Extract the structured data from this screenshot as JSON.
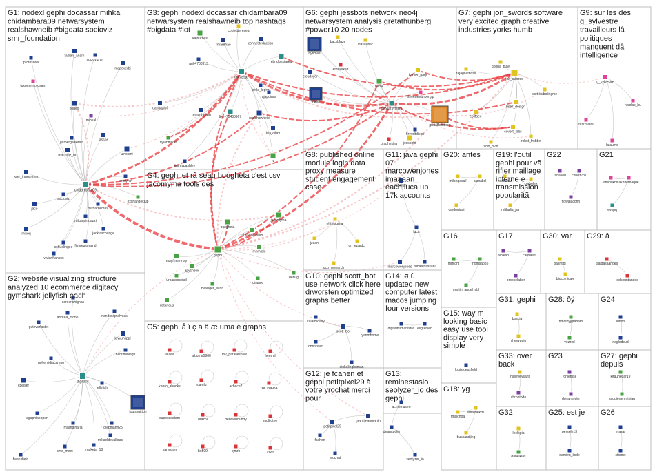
{
  "groups": [
    {
      "id": "G1",
      "title": [
        "G1: nodexl gephi docassar mihkal",
        "chidambara09 netwarsystem",
        "realshawneib #bigdata socioviz",
        "smr_foundation"
      ]
    },
    {
      "id": "G2",
      "title": [
        "G2: website visualizing structure",
        "analyzed 10 ecommerce digitacy",
        "gymshark jellyfish each"
      ]
    },
    {
      "id": "G3",
      "title": [
        "G3: gephi nodexl docassar chidambara09",
        "netwarsystem realshawneib top hashtags",
        "#bigdata #iot"
      ]
    },
    {
      "id": "G4",
      "title": [
        "G4: gephi et rã seau boogheta c'est csv",
        "jacomyma tools des"
      ]
    },
    {
      "id": "G5",
      "title": [
        "G5: gephi å ï ç ã ä æ uma é graphs"
      ]
    },
    {
      "id": "G6",
      "title": [
        "G6: gephi jessbots network neo4j",
        "netwarsystem analysis gretathunberg",
        "#power10 20 nodes"
      ]
    },
    {
      "id": "G7",
      "title": [
        "G7: gephi jon_swords software",
        "very excited graph creative",
        "industries yorks humb"
      ]
    },
    {
      "id": "G8",
      "title": [
        "G8: published online",
        "module login data",
        "proxy measure",
        "student engagement",
        "case"
      ]
    },
    {
      "id": "G9",
      "title": [
        "G9: sur les des",
        "g_sylvestre",
        "travailleurs lâ",
        "politiques",
        "manquent dâ",
        "intelligence"
      ]
    },
    {
      "id": "G10",
      "title": [
        "G10: gephi scott_bot",
        "use network click here",
        "drworsten optimized",
        "graphs better"
      ]
    },
    {
      "id": "G11",
      "title": [
        "G11: java gephi",
        "07",
        "marcowenjones",
        "imaaaan_",
        "each luca up",
        "17k accounts"
      ]
    },
    {
      "id": "G12",
      "title": [
        "G12: je fcahen et",
        "gephi petitpixel29 à",
        "votre yrochat merci",
        "pour"
      ]
    },
    {
      "id": "G13",
      "title": [
        "G13:",
        "reminestasio",
        "seolyzer_io des",
        "gephi"
      ]
    },
    {
      "id": "G14",
      "title": [
        "G14: ø ù",
        "updated new",
        "computer latest",
        "macos jumping",
        "four versions"
      ]
    },
    {
      "id": "G15",
      "title": [
        "G15: way m",
        "looking basic",
        "easy use tool",
        "display very",
        "simple"
      ]
    },
    {
      "id": "G16",
      "title": [
        "G16"
      ]
    },
    {
      "id": "G17",
      "title": [
        "G17"
      ]
    },
    {
      "id": "G18",
      "title": [
        "G18: yg"
      ]
    },
    {
      "id": "G19",
      "title": [
        "G19: l'outil",
        "gephi pour vã",
        "rifier maillage",
        "interne e",
        "transmission",
        "popularitã"
      ]
    },
    {
      "id": "G20",
      "title": [
        "G20: antes"
      ]
    },
    {
      "id": "G21",
      "title": [
        "G21"
      ]
    },
    {
      "id": "G22",
      "title": [
        "G22"
      ]
    },
    {
      "id": "G23",
      "title": [
        "G23"
      ]
    },
    {
      "id": "G24",
      "title": [
        "G24"
      ]
    },
    {
      "id": "G25",
      "title": [
        "G25: est je"
      ]
    },
    {
      "id": "G26",
      "title": [
        "G26"
      ]
    },
    {
      "id": "G27",
      "title": [
        "G27: gephi",
        "depuis"
      ]
    },
    {
      "id": "G28",
      "title": [
        "G28: ðÿ"
      ]
    },
    {
      "id": "G29",
      "title": [
        "G29: â"
      ]
    },
    {
      "id": "G30",
      "title": [
        "G30: var"
      ]
    },
    {
      "id": "G31",
      "title": [
        "G31: gephi"
      ]
    },
    {
      "id": "G32",
      "title": [
        "G32"
      ]
    },
    {
      "id": "G33",
      "title": [
        "G33: over",
        "back"
      ]
    }
  ],
  "nodes": [
    {
      "id": "profesorel",
      "g": "G1"
    },
    {
      "id": "fadlan_anam",
      "g": "G1"
    },
    {
      "id": "sociovizner",
      "g": "G1"
    },
    {
      "id": "mapoverbi",
      "g": "G1"
    },
    {
      "id": "tuxomentorosam",
      "g": "G1"
    },
    {
      "id": "nodexl",
      "g": "G1"
    },
    {
      "id": "mihkal",
      "g": "G1"
    },
    {
      "id": "gamergeekweb",
      "g": "G1"
    },
    {
      "id": "machine_nn",
      "g": "G1"
    },
    {
      "id": "lasspe",
      "g": "G1"
    },
    {
      "id": "uinosmi",
      "g": "G1"
    },
    {
      "id": "janelyntrl",
      "g": "G1"
    },
    {
      "id": "smr_foundation",
      "g": "G1"
    },
    {
      "id": "chidambara09",
      "g": "G1"
    },
    {
      "id": "socioviz",
      "g": "G1"
    },
    {
      "id": "jaco",
      "g": "G1"
    },
    {
      "id": "bernardemus",
      "g": "G1"
    },
    {
      "id": "mikaquindazzi",
      "g": "G1"
    },
    {
      "id": "mikeq",
      "g": "G1"
    },
    {
      "id": "jacklaschange",
      "g": "G1"
    },
    {
      "id": "filmregionaind",
      "g": "G1"
    },
    {
      "id": "vivianfrancos",
      "g": "G1"
    },
    {
      "id": "schuelingee",
      "g": "G1"
    },
    {
      "id": "exchangeclub",
      "g": "G1"
    },
    {
      "id": "kajnurnes",
      "g": "G3"
    },
    {
      "id": "rmarehao",
      "g": "G3"
    },
    {
      "id": "coolytberesea",
      "g": "G3"
    },
    {
      "id": "connectedaction",
      "g": "G3"
    },
    {
      "id": "agh4780313",
      "g": "G3"
    },
    {
      "id": "docassar",
      "g": "G3"
    },
    {
      "id": "ebridgestarea",
      "g": "G3"
    },
    {
      "id": "bella_lopez",
      "g": "G3"
    },
    {
      "id": "ajapoinar",
      "g": "G3"
    },
    {
      "id": "danitaalof",
      "g": "G3"
    },
    {
      "id": "bandobrown",
      "g": "G3"
    },
    {
      "id": "likey75463967",
      "g": "G3"
    },
    {
      "id": "realshawneib",
      "g": "G3"
    },
    {
      "id": "loogather",
      "g": "G3"
    },
    {
      "id": "dylanftuker",
      "g": "G3"
    },
    {
      "id": "jimmypashley",
      "g": "G3"
    },
    {
      "id": "rz",
      "g": "G3"
    },
    {
      "id": "nytimes",
      "g": "G6"
    },
    {
      "id": "backblaze",
      "g": "G6"
    },
    {
      "id": "vlasaunlic",
      "g": "G6"
    },
    {
      "id": "ethaleiked",
      "g": "G6"
    },
    {
      "id": "cloudsyer",
      "g": "G6"
    },
    {
      "id": "uber",
      "g": "G6"
    },
    {
      "id": "neo4j",
      "g": "G6"
    },
    {
      "id": "netwarsystem",
      "g": "G6"
    },
    {
      "id": "gretathunberg",
      "g": "G6"
    },
    {
      "id": "threedeeanberglp",
      "g": "G6"
    },
    {
      "id": "brendtdixon",
      "g": "G6"
    },
    {
      "id": "graphextra",
      "g": "G6"
    },
    {
      "id": "jessbots",
      "g": "G6"
    },
    {
      "id": "kamer_gary",
      "g": "G6"
    },
    {
      "id": "rajagoathoss",
      "g": "G7"
    },
    {
      "id": "jon_swords",
      "g": "G7"
    },
    {
      "id": "donna_tsae",
      "g": "G7"
    },
    {
      "id": "bsell_design",
      "g": "G7"
    },
    {
      "id": "colitaee",
      "g": "G7"
    },
    {
      "id": "vorticalbolingme",
      "g": "G7"
    },
    {
      "id": "covert_labs",
      "g": "G7"
    },
    {
      "id": "robot_frobbe",
      "g": "G7"
    },
    {
      "id": "scirt_ovid",
      "g": "G7"
    },
    {
      "id": "g_sylvestre",
      "g": "G9"
    },
    {
      "id": "nicolas_hu",
      "g": "G9"
    },
    {
      "id": "fabizalate",
      "g": "G9"
    },
    {
      "id": "lalaumo",
      "g": "G9"
    },
    {
      "id": "boogheta",
      "g": "G4"
    },
    {
      "id": "jacomyma",
      "g": "G4"
    },
    {
      "id": "gephi",
      "g": "G4"
    },
    {
      "id": "christmassher",
      "g": "G4"
    },
    {
      "id": "mnmiolo",
      "g": "G4"
    },
    {
      "id": "mayfrmarinay",
      "g": "G4"
    },
    {
      "id": "apychelix",
      "g": "G4"
    },
    {
      "id": "urbancocktail",
      "g": "G4"
    },
    {
      "id": "bvalliger_econ",
      "g": "G4"
    },
    {
      "id": "debug",
      "g": "G4"
    },
    {
      "id": "datanaus",
      "g": "G4"
    },
    {
      "id": "ciraaoc",
      "g": "G4"
    },
    {
      "id": "screenshighas",
      "g": "G2"
    },
    {
      "id": "andrea_mono",
      "g": "G2"
    },
    {
      "id": "guteverlastet",
      "g": "G2"
    },
    {
      "id": "nandesignalveas",
      "g": "G2"
    },
    {
      "id": "lavyunlippi",
      "g": "G2"
    },
    {
      "id": "nohemidiacampo",
      "g": "G2"
    },
    {
      "id": "henriminiagh",
      "g": "G2"
    },
    {
      "id": "digitacy",
      "g": "G2"
    },
    {
      "id": "jellyfish",
      "g": "G2"
    },
    {
      "id": "cbeiser",
      "g": "G2"
    },
    {
      "id": "louisvuitton",
      "g": "G2"
    },
    {
      "id": "agaphipoppen",
      "g": "G2"
    },
    {
      "id": "milanbiharia",
      "g": "G2"
    },
    {
      "id": "f_diepmann25",
      "g": "G2"
    },
    {
      "id": "fleansfield",
      "g": "G2"
    },
    {
      "id": "cmo_meet",
      "g": "G2"
    },
    {
      "id": "marketa_18",
      "g": "G2"
    },
    {
      "id": "mikaeldevalbras",
      "g": "G2"
    },
    {
      "id": "lalaea",
      "g": "G5"
    },
    {
      "id": "albuma5960",
      "g": "G5"
    },
    {
      "id": "mv_paralleshive",
      "g": "G5"
    },
    {
      "id": "hemrul",
      "g": "G5"
    },
    {
      "id": "kenro_abooks",
      "g": "G5"
    },
    {
      "id": "rcamlu",
      "g": "G5"
    },
    {
      "id": "achace7",
      "g": "G5"
    },
    {
      "id": "rya_ryauka",
      "g": "G5"
    },
    {
      "id": "suppossetam",
      "g": "G5"
    },
    {
      "id": "brazol",
      "g": "G5"
    },
    {
      "id": "dendleuhubdy",
      "g": "G5"
    },
    {
      "id": "multiotee",
      "g": "G5"
    },
    {
      "id": "karypson",
      "g": "G5"
    },
    {
      "id": "bo599",
      "g": "G5"
    },
    {
      "id": "ejmrh",
      "g": "G5"
    },
    {
      "id": "coof",
      "g": "G5"
    },
    {
      "id": "ehtejournal",
      "g": "G8"
    },
    {
      "id": "jzuan",
      "g": "G8"
    },
    {
      "id": "dr_lezardcr",
      "g": "G8"
    },
    {
      "id": "ucp_research",
      "g": "G8"
    },
    {
      "id": "imaaaan_",
      "g": "G11"
    },
    {
      "id": "luca",
      "g": "G11"
    },
    {
      "id": "marcowenjones",
      "g": "G11"
    },
    {
      "id": "rubaalhassani",
      "g": "G11"
    },
    {
      "id": "kalarmoaxy",
      "g": "G10"
    },
    {
      "id": "scott_bot",
      "g": "G10"
    },
    {
      "id": "ryanmhome",
      "g": "G10"
    },
    {
      "id": "drworsten",
      "g": "G10"
    },
    {
      "id": "dinkalinghuman",
      "g": "G10"
    },
    {
      "id": "digitalhumanistas",
      "g": "G14"
    },
    {
      "id": "ellgrebien",
      "g": "G14"
    },
    {
      "id": "louisroessfield",
      "g": "G15"
    },
    {
      "id": "petitpixel29",
      "g": "G12"
    },
    {
      "id": "grandjeanmartin",
      "g": "G12"
    },
    {
      "id": "fcahen",
      "g": "G12"
    },
    {
      "id": "yrochat",
      "g": "G12"
    },
    {
      "id": "achiemuseo",
      "g": "G13"
    },
    {
      "id": "deamtpolio",
      "g": "G13"
    },
    {
      "id": "seolyzer_io",
      "g": "G13"
    },
    {
      "id": "rmsichoa",
      "g": "G18"
    },
    {
      "id": "smalltalkmi",
      "g": "G18"
    },
    {
      "id": "bussandjing",
      "g": "G18"
    },
    {
      "id": "mrflight",
      "g": "G16"
    },
    {
      "id": "thomsap85",
      "g": "G16"
    },
    {
      "id": "martin_angel_abl",
      "g": "G16"
    },
    {
      "id": "albikan",
      "g": "G17"
    },
    {
      "id": "causalinf",
      "g": "G17"
    },
    {
      "id": "brookelaber",
      "g": "G17"
    },
    {
      "id": "milongacall",
      "g": "G20"
    },
    {
      "id": "camabsl",
      "g": "G20"
    },
    {
      "id": "cardoniani",
      "g": "G20"
    },
    {
      "id": "rdefalaw",
      "g": "G19"
    },
    {
      "id": "corbelex",
      "g": "G19"
    },
    {
      "id": "mtthalia_pa",
      "g": "G19"
    },
    {
      "id": "tabaseu",
      "g": "G22"
    },
    {
      "id": "chriez737",
      "g": "G22"
    },
    {
      "id": "fiowalaconn",
      "g": "G22"
    },
    {
      "id": "aminukmr",
      "g": "G21"
    },
    {
      "id": "akhberbaque",
      "g": "G21"
    },
    {
      "id": "evopq",
      "g": "G21"
    },
    {
      "id": "djaldasaandes",
      "g": "G29"
    },
    {
      "id": "edcountandes",
      "g": "G29"
    },
    {
      "id": "pashtidi",
      "g": "G30"
    },
    {
      "id": "biocomicale",
      "g": "G30"
    },
    {
      "id": "boscia",
      "g": "G31"
    },
    {
      "id": "chevypuin",
      "g": "G31"
    },
    {
      "id": "timothyjgraham",
      "g": "G28"
    },
    {
      "id": "vezziel",
      "g": "G28"
    },
    {
      "id": "lurino",
      "g": "G24"
    },
    {
      "id": "nagledeud",
      "g": "G24"
    },
    {
      "id": "halleveysant",
      "g": "G33"
    },
    {
      "id": "chrontode",
      "g": "G33"
    },
    {
      "id": "ronjefrise",
      "g": "G23"
    },
    {
      "id": "dorlamaylor",
      "g": "G23"
    },
    {
      "id": "kitaunegar19",
      "g": "G27"
    },
    {
      "id": "sagdienenmthiau",
      "g": "G27"
    },
    {
      "id": "leclegia",
      "g": "G32"
    },
    {
      "id": "danelkias",
      "g": "G32"
    },
    {
      "id": "persele13",
      "g": "G25"
    },
    {
      "id": "damien_ilcde",
      "g": "G25"
    },
    {
      "id": "erasar",
      "g": "G26"
    },
    {
      "id": "stomet",
      "g": "G26"
    }
  ],
  "colors": {
    "edge_strong": "#e8383b",
    "edge_weak": "#f2a0a2",
    "edge_intra": "#9a9a9a",
    "group_border": "#bdbdbd",
    "node_blue": "#1f3f8f",
    "node_yellow": "#e2c420",
    "node_green": "#49a344",
    "node_red": "#d9343a",
    "node_pink": "#e0419a",
    "node_teal": "#2a8f8a",
    "node_purple": "#7b3fa0",
    "node_orange": "#e08a2a"
  }
}
